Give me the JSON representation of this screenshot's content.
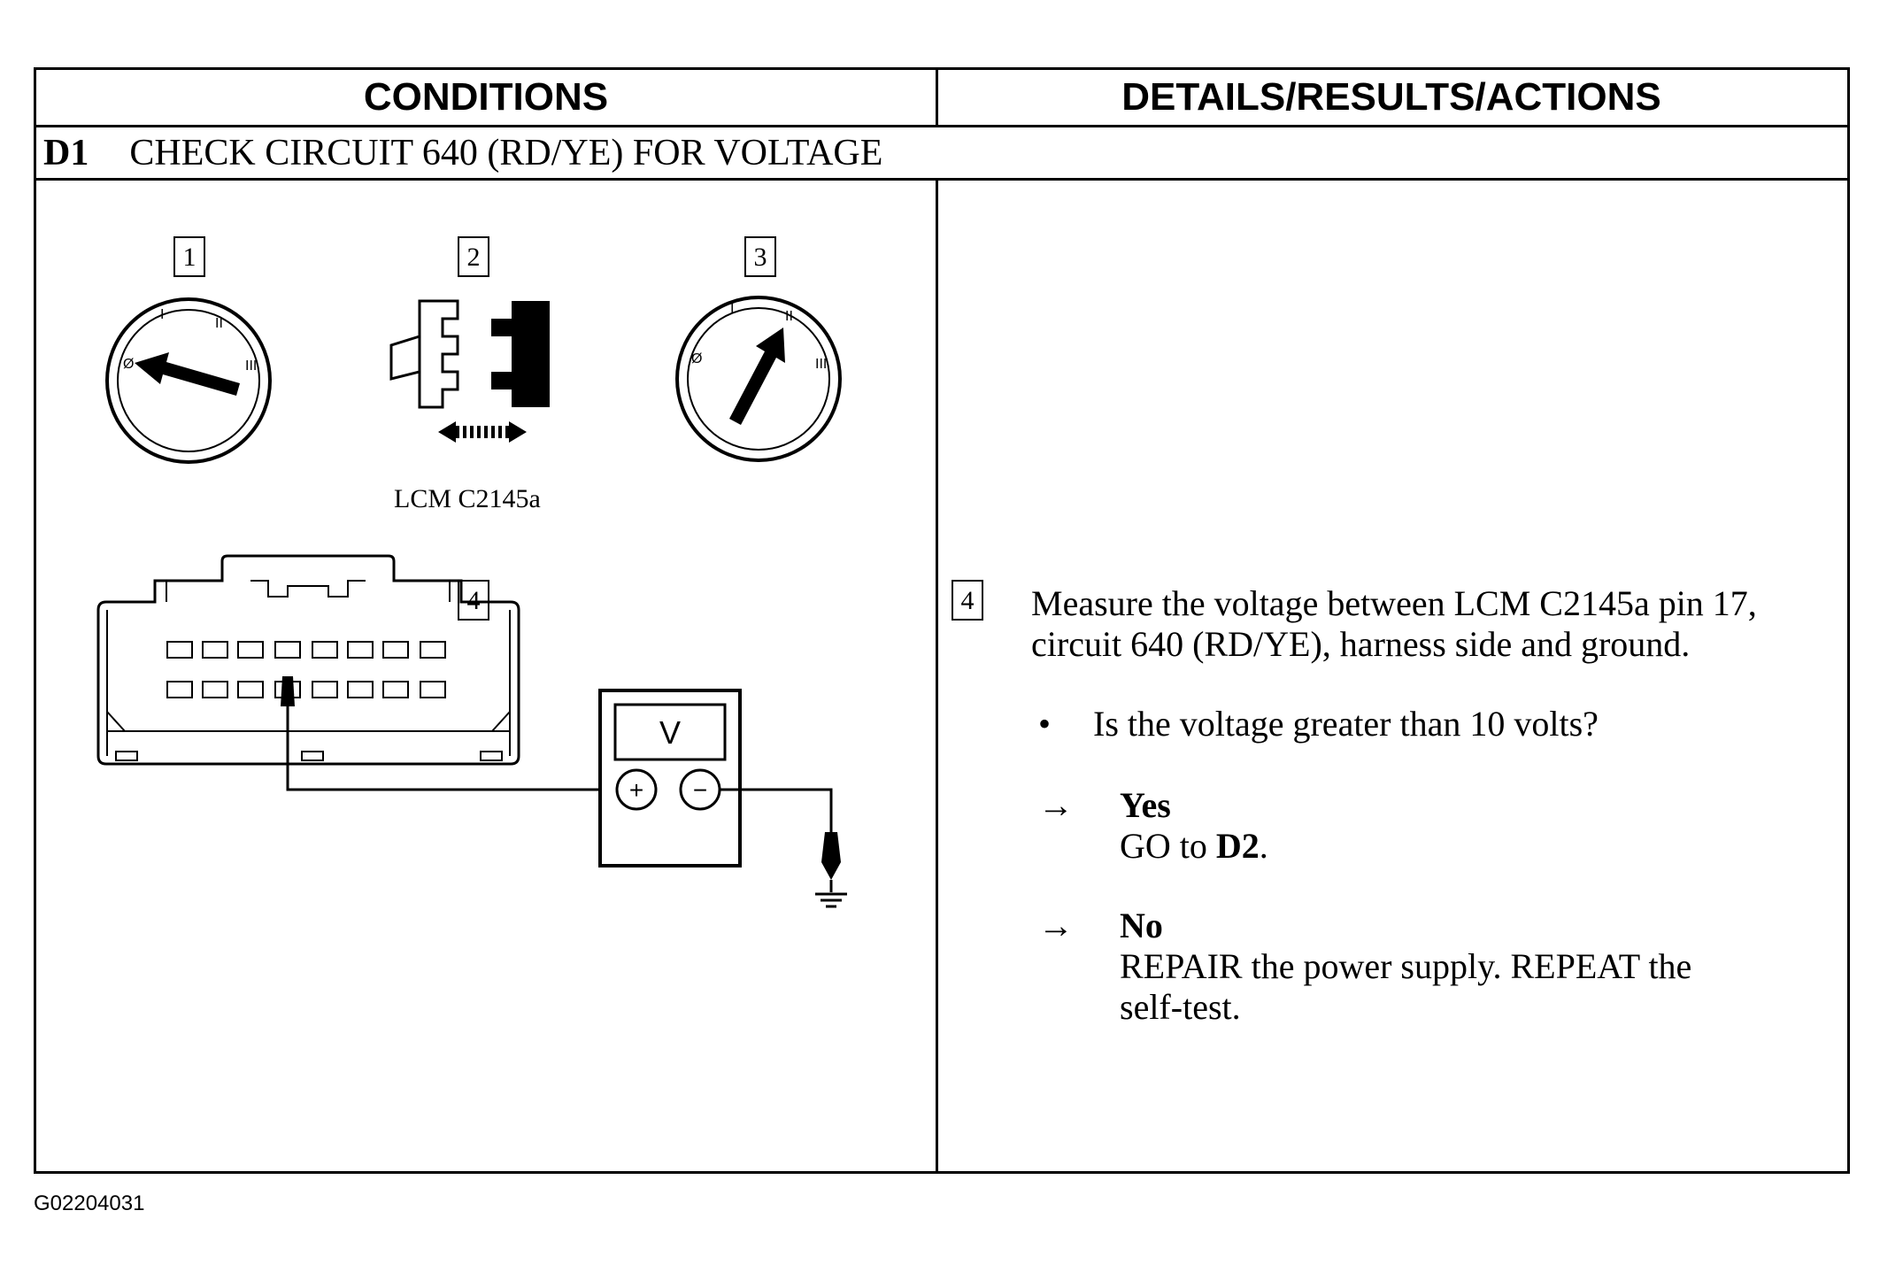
{
  "header": {
    "conditions": "CONDITIONS",
    "details": "DETAILS/RESULTS/ACTIONS"
  },
  "step": {
    "id": "D1",
    "title": "CHECK CIRCUIT 640 (RD/YE) FOR VOLTAGE"
  },
  "diagram": {
    "callouts": [
      "1",
      "2",
      "3",
      "4"
    ],
    "connector_label": "LCM C2145a",
    "meter_label": "V",
    "meter_plus": "+",
    "meter_minus": "−",
    "switch_positions": [
      "Ø",
      "I",
      "II",
      "III"
    ]
  },
  "details": {
    "callout": "4",
    "instruction_line1": "Measure the voltage between LCM C2145a pin 17,",
    "instruction_line2": "circuit 640 (RD/YE), harness side and ground.",
    "question": "Is the voltage greater than 10 volts?",
    "yes": {
      "label": "Yes",
      "action_prefix": "GO to ",
      "action_target": "D2",
      "action_suffix": "."
    },
    "no": {
      "label": "No",
      "action_line1": "REPAIR the power supply. REPEAT the",
      "action_line2": "self-test."
    }
  },
  "footer": {
    "code": "G02204031"
  }
}
